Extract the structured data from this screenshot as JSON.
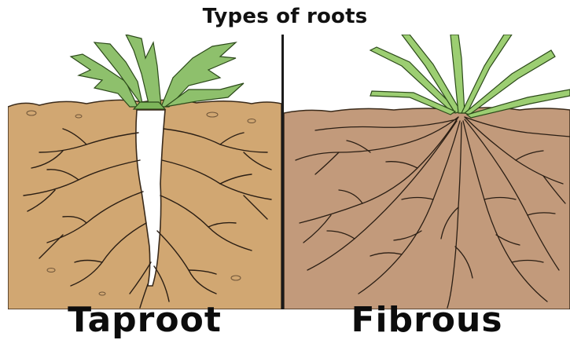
{
  "title": "Types of roots",
  "panels": [
    {
      "label": "Taproot",
      "soil_color": "#d1a772",
      "root_color": "#ffffff",
      "leaf_color": "#8ec06c"
    },
    {
      "label": "Fibrous",
      "soil_color": "#c29a7b",
      "root_color": "#3b2a1e",
      "leaf_color": "#9cce72"
    }
  ]
}
